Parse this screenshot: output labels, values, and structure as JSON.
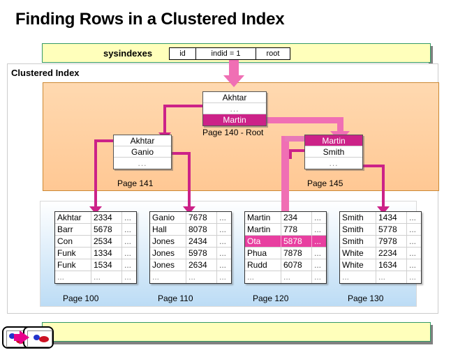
{
  "slide": {
    "title": "Finding Rows in a Clustered Index",
    "panel_title": "Clustered Index"
  },
  "sysindexes": {
    "label": "sysindexes",
    "columns": [
      "id",
      "indid = 1",
      "root"
    ]
  },
  "index_nodes": [
    {
      "id": "root",
      "page_label": "Page 140 - Root",
      "rows": [
        {
          "text": "Akhtar",
          "highlight": false
        },
        {
          "text": "...",
          "highlight": false
        },
        {
          "text": "Martin",
          "highlight": true
        }
      ]
    },
    {
      "id": "page141",
      "page_label": "Page 141",
      "rows": [
        {
          "text": "Akhtar",
          "highlight": false
        },
        {
          "text": "Ganio",
          "highlight": false
        },
        {
          "text": "...",
          "highlight": false
        }
      ]
    },
    {
      "id": "page145",
      "page_label": "Page 145",
      "rows": [
        {
          "text": "Martin",
          "highlight": true
        },
        {
          "text": "Smith",
          "highlight": false
        },
        {
          "text": "...",
          "highlight": false
        }
      ]
    }
  ],
  "data_pages": [
    {
      "id": "page100",
      "page_label": "Page 100",
      "rows": [
        {
          "name": "Akhtar",
          "value": "2334",
          "more": "...",
          "highlight": false
        },
        {
          "name": "Barr",
          "value": "5678",
          "more": "...",
          "highlight": false
        },
        {
          "name": "Con",
          "value": "2534",
          "more": "...",
          "highlight": false
        },
        {
          "name": "Funk",
          "value": "1334",
          "more": "...",
          "highlight": false
        },
        {
          "name": "Funk",
          "value": "1534",
          "more": "...",
          "highlight": false
        },
        {
          "name": "...",
          "value": "...",
          "more": "...",
          "highlight": false
        }
      ]
    },
    {
      "id": "page110",
      "page_label": "Page 110",
      "rows": [
        {
          "name": "Ganio",
          "value": "7678",
          "more": "...",
          "highlight": false
        },
        {
          "name": "Hall",
          "value": "8078",
          "more": "...",
          "highlight": false
        },
        {
          "name": "Jones",
          "value": "2434",
          "more": "...",
          "highlight": false
        },
        {
          "name": "Jones",
          "value": "5978",
          "more": "...",
          "highlight": false
        },
        {
          "name": "Jones",
          "value": "2634",
          "more": "...",
          "highlight": false
        },
        {
          "name": "...",
          "value": "...",
          "more": "...",
          "highlight": false
        }
      ]
    },
    {
      "id": "page120",
      "page_label": "Page 120",
      "rows": [
        {
          "name": "Martin",
          "value": "234",
          "more": "...",
          "highlight": false
        },
        {
          "name": "Martin",
          "value": "778",
          "more": "...",
          "highlight": false
        },
        {
          "name": "Ota",
          "value": "5878",
          "more": "...",
          "highlight": true
        },
        {
          "name": "Phua",
          "value": "7878",
          "more": "...",
          "highlight": false
        },
        {
          "name": "Rudd",
          "value": "6078",
          "more": "...",
          "highlight": false
        },
        {
          "name": "...",
          "value": "...",
          "more": "...",
          "highlight": false
        }
      ]
    },
    {
      "id": "page130",
      "page_label": "Page 130",
      "rows": [
        {
          "name": "Smith",
          "value": "1434",
          "more": "...",
          "highlight": false
        },
        {
          "name": "Smith",
          "value": "5778",
          "more": "...",
          "highlight": false
        },
        {
          "name": "Smith",
          "value": "7978",
          "more": "...",
          "highlight": false
        },
        {
          "name": "White",
          "value": "2234",
          "more": "...",
          "highlight": false
        },
        {
          "name": "White",
          "value": "1634",
          "more": "...",
          "highlight": false
        },
        {
          "name": "...",
          "value": "...",
          "more": "...",
          "highlight": false
        }
      ]
    }
  ],
  "colors": {
    "highlight": "#cc2288",
    "row_highlight": "#e83fa0",
    "arrow": "#f06fb4",
    "connector": "#cc2288",
    "connector_light": "#e87ab8",
    "index_region": "#ffd0a0",
    "bar": "#ffffbb",
    "bar_border": "#339966"
  },
  "navigation": {
    "prev_label": "previous-slide",
    "next_label": "next-slide"
  }
}
